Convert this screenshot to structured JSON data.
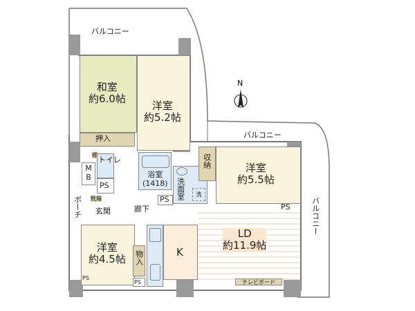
{
  "balconies": {
    "top": "バルコニー",
    "middle": "バルコニー",
    "right": "バルコニー"
  },
  "rooms": {
    "washitsu": {
      "name": "和室",
      "size": "約6.0帖"
    },
    "youshitsu_52": {
      "name": "洋室",
      "size": "約5.2帖"
    },
    "youshitsu_55": {
      "name": "洋室",
      "size": "約5.5帖"
    },
    "youshitsu_45": {
      "name": "洋室",
      "size": "約4.5帖"
    },
    "ld": {
      "name": "LD",
      "size": "約11.9帖"
    },
    "kitchen": {
      "name": "K"
    },
    "bath": {
      "name": "浴室",
      "size": "(1418)"
    },
    "washroom": {
      "name": "洗面室"
    },
    "toilet": {
      "name": "トイレ"
    },
    "entrance": {
      "name": "玄関"
    },
    "hallway": {
      "name": "廊下"
    },
    "porch": {
      "name": "ポーチ"
    }
  },
  "storage": {
    "oshiire": "押入",
    "shuno": "収納",
    "monoire": "物入",
    "tana": "棚",
    "getabako": "靴箱",
    "mb": "MB",
    "tv_board": "テレビボード",
    "washer": "洗"
  },
  "ps_labels": [
    "PS",
    "PS",
    "PS",
    "PS",
    "PS"
  ],
  "colors": {
    "tatami": "#e6ebc0",
    "room": "#fbf4dc",
    "wet": "#dcebf6",
    "storage": "#e2d5b2",
    "ld": "#fbe7cf",
    "wall": "#9a9a9a"
  }
}
